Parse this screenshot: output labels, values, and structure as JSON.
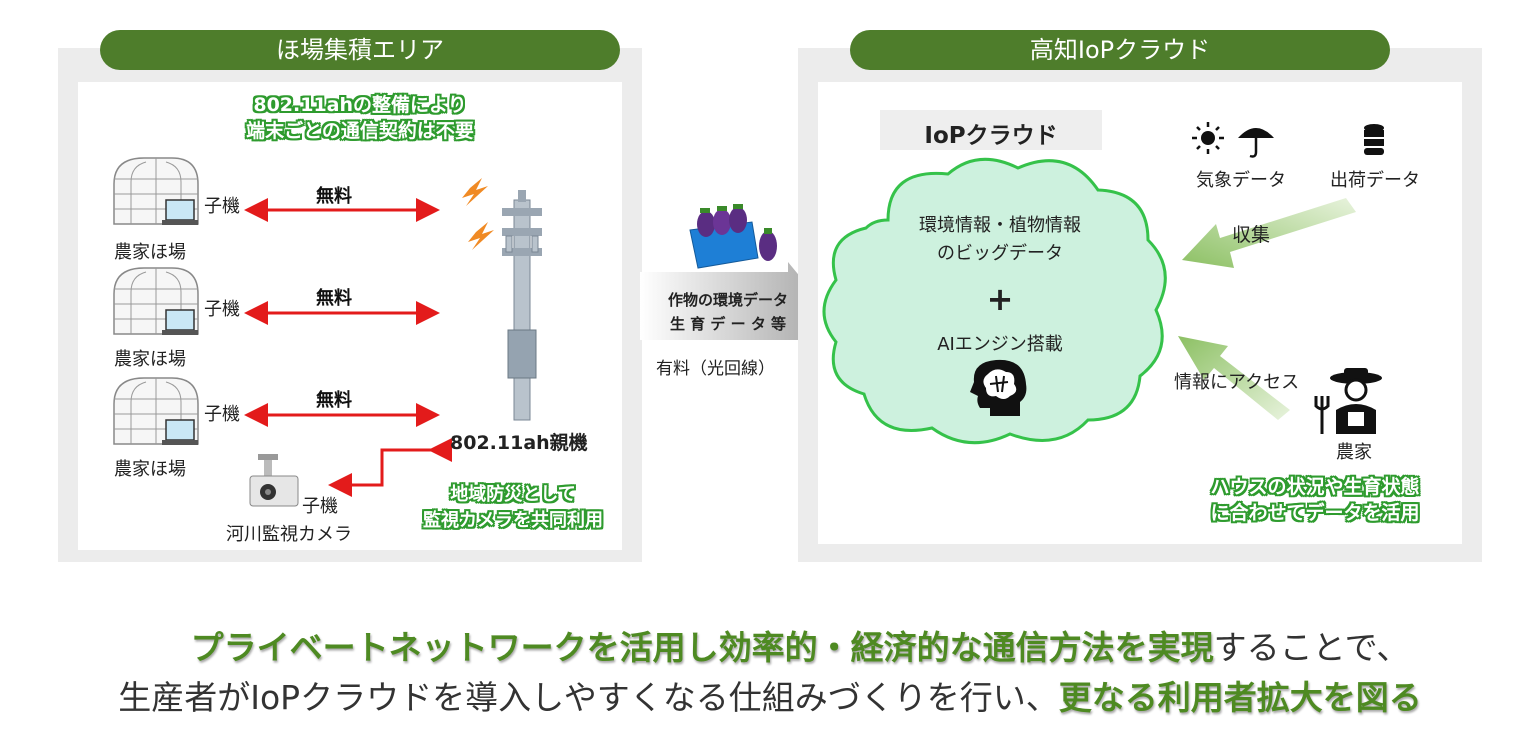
{
  "left": {
    "title": "ほ場集積エリア",
    "note_line1": "802.11ahの整備により",
    "note_line2": "端末ごとの通信契約は不要",
    "rows": [
      {
        "child": "子機",
        "link": "無料",
        "farm": "農家ほ場"
      },
      {
        "child": "子機",
        "link": "無料",
        "farm": "農家ほ場"
      },
      {
        "child": "子機",
        "link": "無料",
        "farm": "農家ほ場"
      }
    ],
    "parent": "802.11ah親機",
    "camera_child": "子機",
    "camera_label": "河川監視カメラ",
    "disaster_line1": "地域防災として",
    "disaster_line2": "監視カメラを共同利用"
  },
  "middle": {
    "arrow_line1": "作物の環境データ",
    "arrow_line2": "生 育 デ ー タ 等",
    "paid": "有料（光回線）"
  },
  "right": {
    "title": "高知IoPクラウド",
    "cloud_title": "IoPクラウド",
    "cloud_line1": "環境情報・植物情報",
    "cloud_line2": "のビッグデータ",
    "plus": "+",
    "ai": "AIエンジン搭載",
    "weather": "気象データ",
    "shipping": "出荷データ",
    "collect": "収集",
    "access": "情報にアクセス",
    "farmer": "農家",
    "usage_line1": "ハウスの状況や生育状態",
    "usage_line2": "に合わせてデータを活用"
  },
  "bottom": {
    "l1_green": "プライベートネットワークを活用し効率的・経済的な通信方法を実現",
    "l1_rest": "することで、",
    "l2_rest": "生産者がIoPクラウドを導入しやすくなる仕組みづくりを行い、",
    "l2_green": "更なる利用者拡大を図る"
  },
  "colors": {
    "accent_green": "#4e7d2b",
    "cloud_fill": "#cdf1de",
    "cloud_stroke": "#35c24a",
    "link_red": "#e31b1b"
  }
}
